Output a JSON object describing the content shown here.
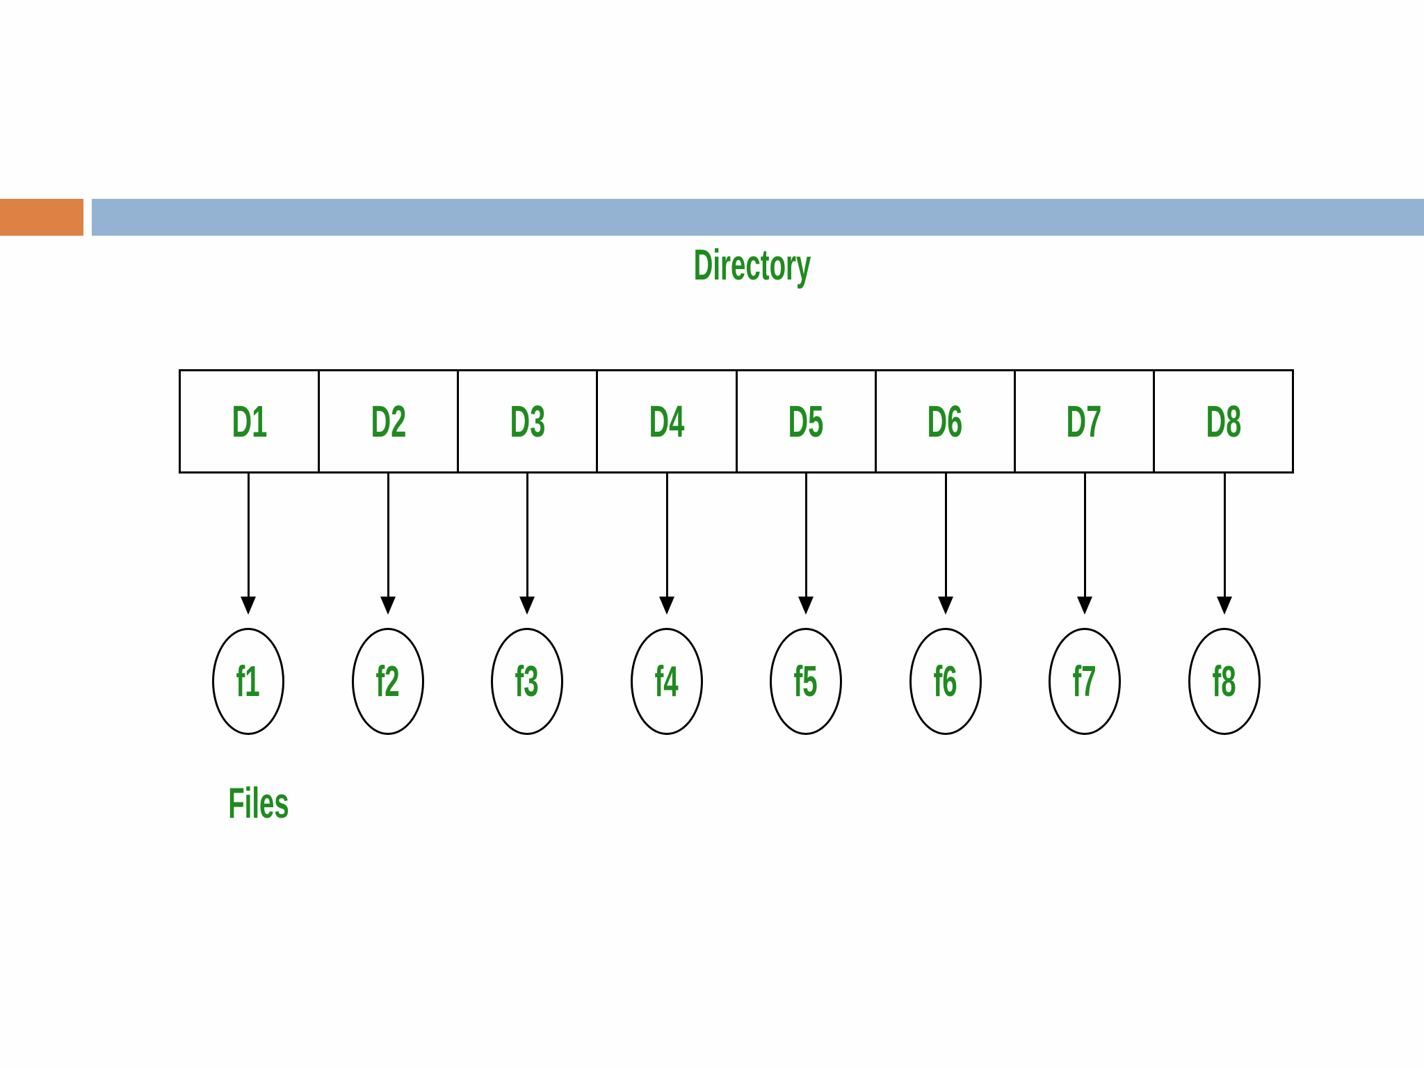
{
  "slide": {
    "title": "Directory",
    "files_caption": "Files"
  },
  "diagram": {
    "type": "single-level-directory-structure",
    "directories": [
      "D1",
      "D2",
      "D3",
      "D4",
      "D5",
      "D6",
      "D7",
      "D8"
    ],
    "files": [
      "f1",
      "f2",
      "f3",
      "f4",
      "f5",
      "f6",
      "f7",
      "f8"
    ],
    "links": [
      {
        "from": "D1",
        "to": "f1"
      },
      {
        "from": "D2",
        "to": "f2"
      },
      {
        "from": "D3",
        "to": "f3"
      },
      {
        "from": "D4",
        "to": "f4"
      },
      {
        "from": "D5",
        "to": "f5"
      },
      {
        "from": "D6",
        "to": "f6"
      },
      {
        "from": "D7",
        "to": "f7"
      },
      {
        "from": "D8",
        "to": "f8"
      }
    ]
  },
  "colors": {
    "accent-green": "#1F8B1F",
    "bar-orange": "#DD8145",
    "bar-blue": "#94B2D1",
    "line-black": "#000000"
  }
}
